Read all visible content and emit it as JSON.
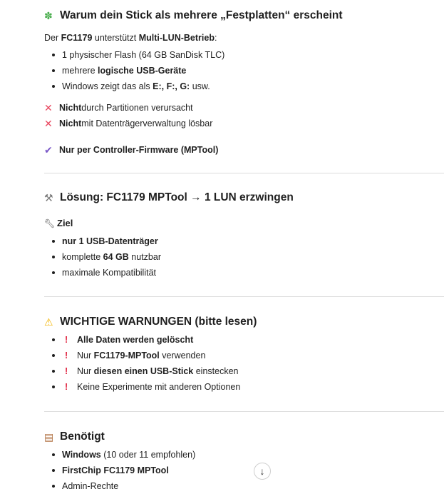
{
  "section1": {
    "icon": "puzzle-icon",
    "title": "Warum dein Stick als mehrere „Festplatten“ erscheint",
    "intro_pre": "Der ",
    "intro_b1": "FC1179",
    "intro_mid": " unterstützt ",
    "intro_b2": "Multi-LUN-Betrieb",
    "intro_post": ":",
    "item1": "1 physischer Flash (64 GB SanDisk TLC)",
    "item2_pre": "mehrere ",
    "item2_b": "logische USB-Geräte",
    "item3_pre": "Windows zeigt das als ",
    "item3_b": "E:, F:, G:",
    "item3_post": " usw.",
    "x1_b": "Nicht",
    "x1_rest": " durch Partitionen verursacht",
    "x2_b": "Nicht",
    "x2_rest": " mit Datenträgerverwaltung lösbar",
    "check_b": "Nur per Controller-Firmware (MPTool)"
  },
  "section2": {
    "icon": "tools-icon",
    "title": "Lösung: FC1179 MPTool → 1 LUN erzwingen",
    "sub_icon": "wrench-icon",
    "subtitle": "Ziel",
    "item1_b": "nur 1 USB-Datenträger",
    "item2_pre": "komplette ",
    "item2_b": "64 GB",
    "item2_post": " nutzbar",
    "item3": "maximale Kompatibilität"
  },
  "section3": {
    "icon": "warning-icon",
    "title": "WICHTIGE WARNUNGEN (bitte lesen)",
    "item1_b": "Alle Daten werden gelöscht",
    "item2_pre": "Nur ",
    "item2_b": "FC1179-MPTool",
    "item2_post": " verwenden",
    "item3_pre": "Nur ",
    "item3_b": "diesen einen USB-Stick",
    "item3_post": " einstecken",
    "item4": "Keine Experimente mit anderen Optionen"
  },
  "section4": {
    "icon": "clipboard-icon",
    "title": "Benötigt",
    "item1_b": "Windows",
    "item1_post": " (10 oder 11 empfohlen)",
    "item2_b": "FirstChip FC1179 MPTool",
    "item3": "Admin-Rechte"
  },
  "scroll": {
    "icon": "arrow-down-icon"
  },
  "colors": {
    "x_mark": "#e8475f",
    "check": "#7b59c8",
    "exclamation": "#e02440",
    "divider": "#dddddd"
  }
}
